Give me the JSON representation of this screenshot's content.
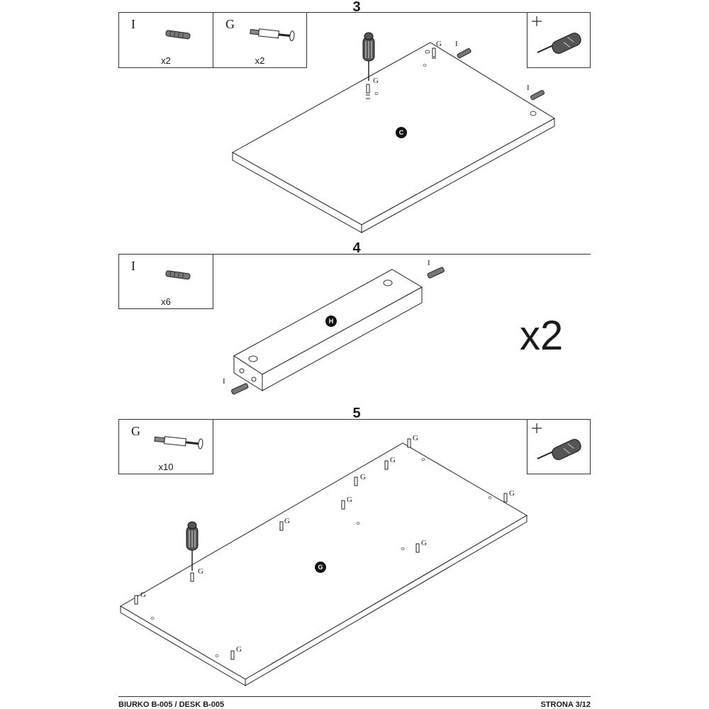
{
  "steps": [
    {
      "number": "3",
      "panel_label": "C",
      "parts": [
        {
          "letter": "I",
          "qty": "x2"
        },
        {
          "letter": "G",
          "qty": "x2"
        }
      ],
      "callouts": [
        "G",
        "G",
        "I",
        "I"
      ]
    },
    {
      "number": "4",
      "panel_label": "H",
      "parts": [
        {
          "letter": "I",
          "qty": "x6"
        }
      ],
      "multiplier": "x2",
      "callouts": [
        "I",
        "I"
      ]
    },
    {
      "number": "5",
      "panel_label": "G",
      "parts": [
        {
          "letter": "G",
          "qty": "x10"
        }
      ],
      "callouts": [
        "G",
        "G",
        "G",
        "G",
        "G",
        "G",
        "G",
        "G",
        "G",
        "G"
      ]
    }
  ],
  "tool_icon": "phillips-screwdriver-icon",
  "footer": {
    "left": "BIURKO B-005 / DESK B-005",
    "right": "STRONA 3/12"
  }
}
